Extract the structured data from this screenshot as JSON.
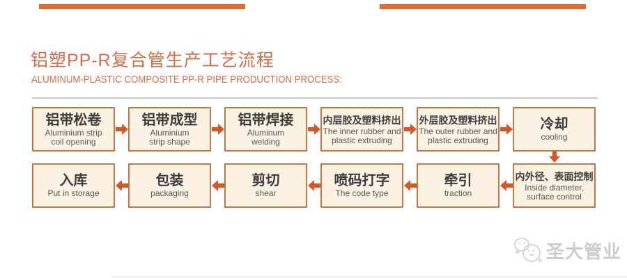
{
  "colors": {
    "accent": "#ce6f48",
    "topbar": "#e8692b",
    "divider": "#c8c8c8",
    "box-fill": "#fcf2e3",
    "box-border": "#bc7a4a",
    "arrow": "#d95522",
    "zh-text": "#3b3b3b",
    "en-text": "#565656",
    "logo": "#cccccc",
    "bottom-line": "#edebeb"
  },
  "header": {
    "title": "铝塑PP-R复合管生产工艺流程",
    "subtitle": "ALUMINUM-PLASTIC COMPOSITE PP-R PIPE PRODUCTION PROCESS:"
  },
  "flow": {
    "top_row": [
      {
        "zh": "铝带松卷",
        "en": "Aluminium strip\ncoil opening"
      },
      {
        "zh": "铝带成型",
        "en": "Aluminium\nstrip shape"
      },
      {
        "zh": "铝带焊接",
        "en": "Aluminum\nwelding"
      },
      {
        "zh": "内层胶及塑料挤出",
        "en": "The inner rubber and\nplastic extruding"
      },
      {
        "zh": "外层胶及塑料挤出",
        "en": "The outer rubber and\nplastic extruding"
      },
      {
        "zh": "冷却",
        "en": "cooling"
      }
    ],
    "bottom_row": [
      {
        "zh": "入库",
        "en": "Put in storage"
      },
      {
        "zh": "包装",
        "en": "packaging"
      },
      {
        "zh": "剪切",
        "en": "shear"
      },
      {
        "zh": "喷码打字",
        "en": "The code type"
      },
      {
        "zh": "牵引",
        "en": "traction"
      },
      {
        "zh": "内外径、表面控制",
        "en": "Inside diameter,\nsurface control"
      }
    ]
  },
  "logo": {
    "text": "圣大管业"
  }
}
